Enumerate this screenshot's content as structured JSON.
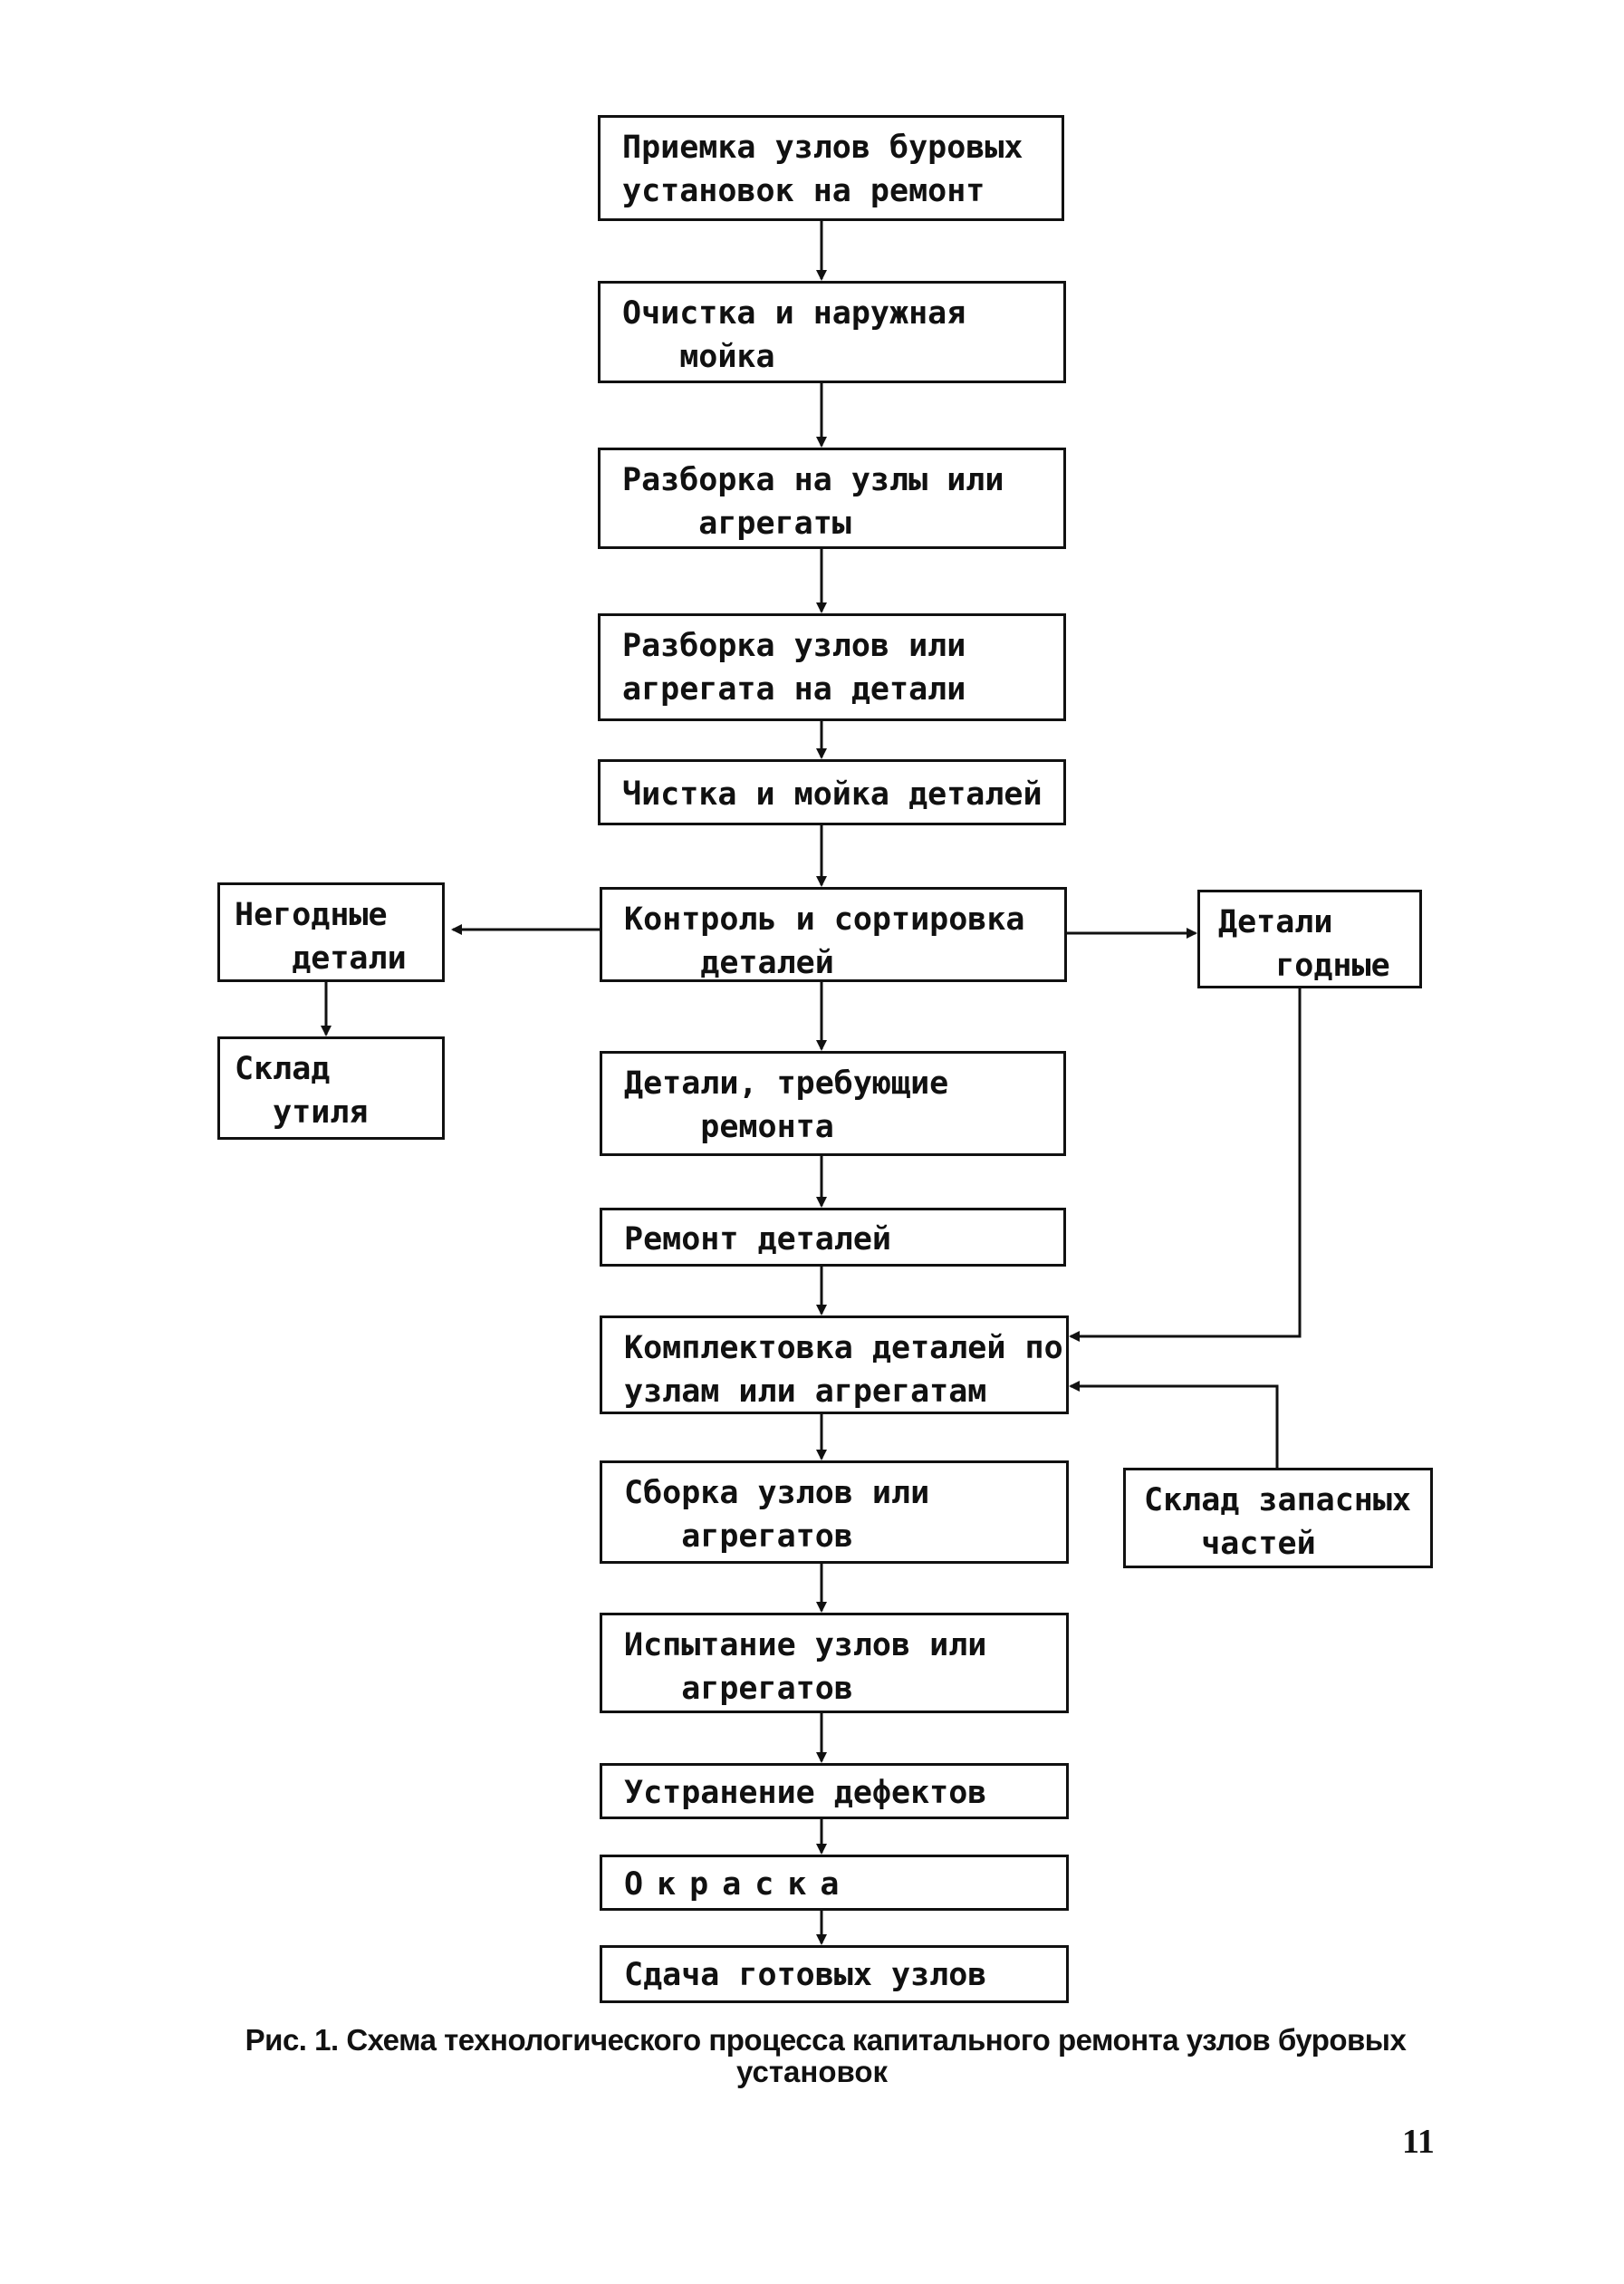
{
  "nodes": {
    "acceptance": [
      "Приемка узлов буровых",
      "установок на ремонт"
    ],
    "cleaning_wash": [
      "Очистка и наружная",
      "   мойка"
    ],
    "disassembly_units": [
      "Разборка на узлы или",
      "    агрегаты"
    ],
    "disassembly_parts": [
      "Разборка узлов или",
      "агрегата на детали"
    ],
    "parts_washing": [
      "Чистка и мойка деталей"
    ],
    "inspection": [
      "Контроль и сортировка",
      "    деталей"
    ],
    "rejected_parts": [
      "Негодные",
      "   детали"
    ],
    "scrap_store": [
      "Склад",
      "  утиля"
    ],
    "good_parts": [
      "Детали",
      "   годные"
    ],
    "parts_need_repair": [
      "Детали, требующие",
      "    ремонта"
    ],
    "parts_repair": [
      "Ремонт деталей"
    ],
    "kitting": [
      "Комплектовка деталей по",
      "узлам или агрегатам"
    ],
    "spare_parts_store": [
      "Склад запасных",
      "   частей"
    ],
    "assembly": [
      "Сборка узлов или",
      "   агрегатов"
    ],
    "testing": [
      "Испытание узлов или",
      "   агрегатов"
    ],
    "defect_fixing": [
      "Устранение дефектов"
    ],
    "painting": [
      "Окраска"
    ],
    "handover": [
      "Сдача готовых узлов"
    ]
  },
  "caption": {
    "line1": "Рис. 1. Схема технологического процесса капитального ремонта узлов буровых",
    "line2": "установок"
  },
  "page_number": "11",
  "colors": {
    "ink": "#111111",
    "paper": "#ffffff"
  }
}
